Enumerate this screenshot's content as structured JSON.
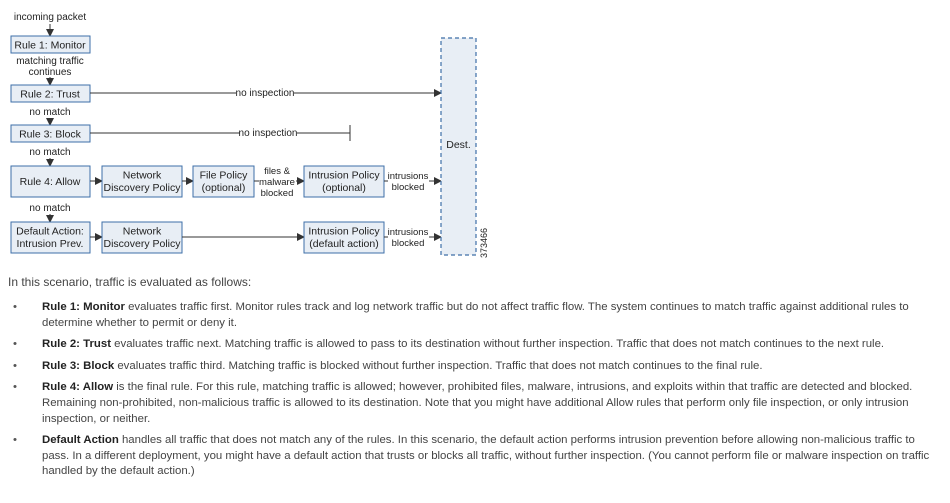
{
  "diagram": {
    "incoming": "incoming packet",
    "rule1": "Rule 1: Monitor",
    "edge_match": [
      "matching traffic",
      "continues"
    ],
    "rule2": "Rule 2: Trust",
    "no_inspection": "no inspection",
    "no_match": "no match",
    "rule3": "Rule 3: Block",
    "rule4": "Rule 4: Allow",
    "network_discovery": [
      "Network",
      "Discovery Policy"
    ],
    "file_policy": [
      "File Policy",
      "(optional)"
    ],
    "files_blocked": [
      "files &",
      "malware",
      "blocked"
    ],
    "intrusion_optional": [
      "Intrusion Policy",
      "(optional)"
    ],
    "intrusions_blocked": [
      "intrusions",
      "blocked"
    ],
    "default_action": [
      "Default Action:",
      "Intrusion Prev."
    ],
    "intrusion_default": [
      "Intrusion Policy",
      "(default action)"
    ],
    "dest": "Dest.",
    "figure_id": "373466"
  },
  "intro": "In this scenario, traffic is evaluated as follows:",
  "bullets": [
    {
      "title": "Rule 1: Monitor",
      "text": " evaluates traffic first. Monitor rules track and log network traffic but do not affect traffic flow. The system continues to match traffic against additional rules to determine whether to permit or deny it."
    },
    {
      "title": "Rule 2: Trust",
      "text": " evaluates traffic next. Matching traffic is allowed to pass to its destination without further inspection. Traffic that does not match continues to the next rule."
    },
    {
      "title": "Rule 3: Block",
      "text": " evaluates traffic third. Matching traffic is blocked without further inspection. Traffic that does not match continues to the final rule."
    },
    {
      "title": "Rule 4: Allow",
      "text": " is the final rule. For this rule, matching traffic is allowed; however, prohibited files, malware, intrusions, and exploits within that traffic are detected and blocked. Remaining non-prohibited, non-malicious traffic is allowed to its destination. Note that you might have additional Allow rules that perform only file inspection, or only intrusion inspection, or neither."
    },
    {
      "title": "Default Action",
      "text": " handles all traffic that does not match any of the rules. In this scenario, the default action performs intrusion prevention before allowing non-malicious traffic to pass. In a different deployment, you might have a default action that trusts or blocks all traffic, without further inspection. (You cannot perform file or malware inspection on traffic handled by the default action.)"
    }
  ],
  "colors": {
    "box_fill": "#e8eef5",
    "box_stroke": "#3e6fa8",
    "line": "#333333"
  }
}
